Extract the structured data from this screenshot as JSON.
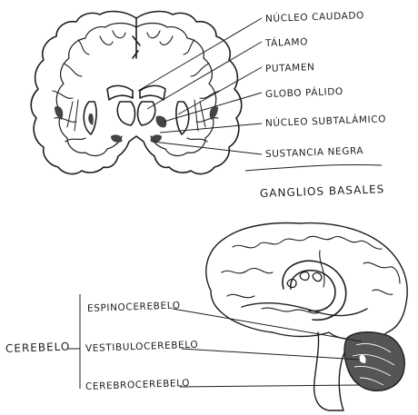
{
  "basal_ganglia": {
    "labels": [
      "NÚCLEO CAUDADO",
      "TÁLAMO",
      "PUTAMEN",
      "GLOBO PÁLIDO",
      "NÚCLEO SUBTALÁMICO",
      "SUSTANCIA NEGRA"
    ],
    "group_title": "GANGLIOS BASALES"
  },
  "cerebellum": {
    "title": "CEREBELO",
    "labels": [
      "ESPINOCEREBELO",
      "VESTIBULOCEREBELO",
      "CEREBROCEREBELO"
    ]
  },
  "colors": {
    "ink": "#1e1e1e",
    "shading": "#444444"
  }
}
